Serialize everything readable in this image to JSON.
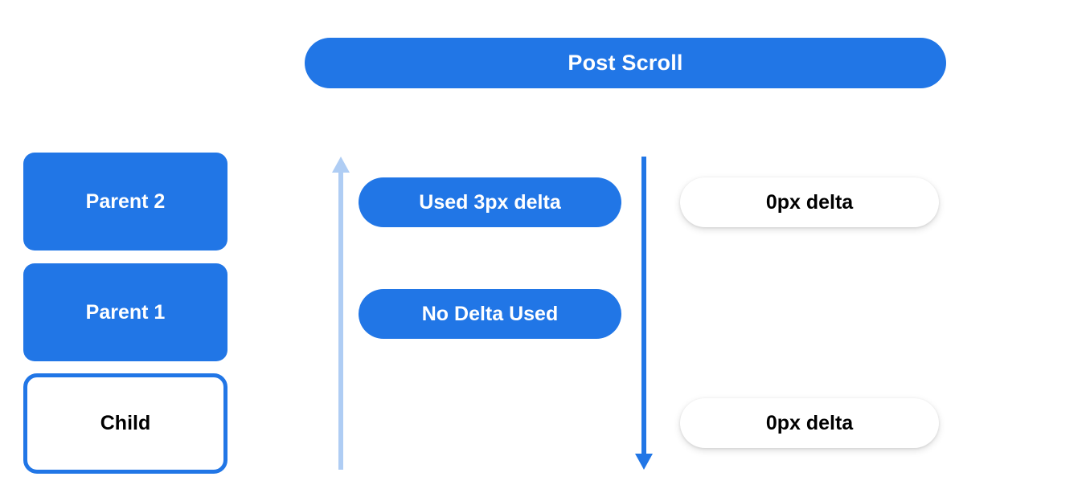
{
  "header": {
    "title": "Post Scroll"
  },
  "colors": {
    "brand_blue": "#2176e6",
    "light_blue": "#afcdf4",
    "background": "#ffffff",
    "text_dark": "#000000",
    "text_light": "#ffffff"
  },
  "left_stack": {
    "nodes": [
      {
        "label": "Parent 2",
        "style": "filled"
      },
      {
        "label": "Parent 1",
        "style": "filled"
      },
      {
        "label": "Child",
        "style": "outlined"
      }
    ]
  },
  "arrows": {
    "up": {
      "name": "scroll-up-arrow",
      "direction": "up",
      "color": "#afcdf4"
    },
    "down": {
      "name": "scroll-down-arrow",
      "direction": "down",
      "color": "#2176e6"
    }
  },
  "center_pills": [
    {
      "label": "Used 3px delta"
    },
    {
      "label": "No Delta Used"
    }
  ],
  "right_pills": [
    {
      "label": "0px delta"
    },
    {
      "label": "0px delta"
    }
  ]
}
